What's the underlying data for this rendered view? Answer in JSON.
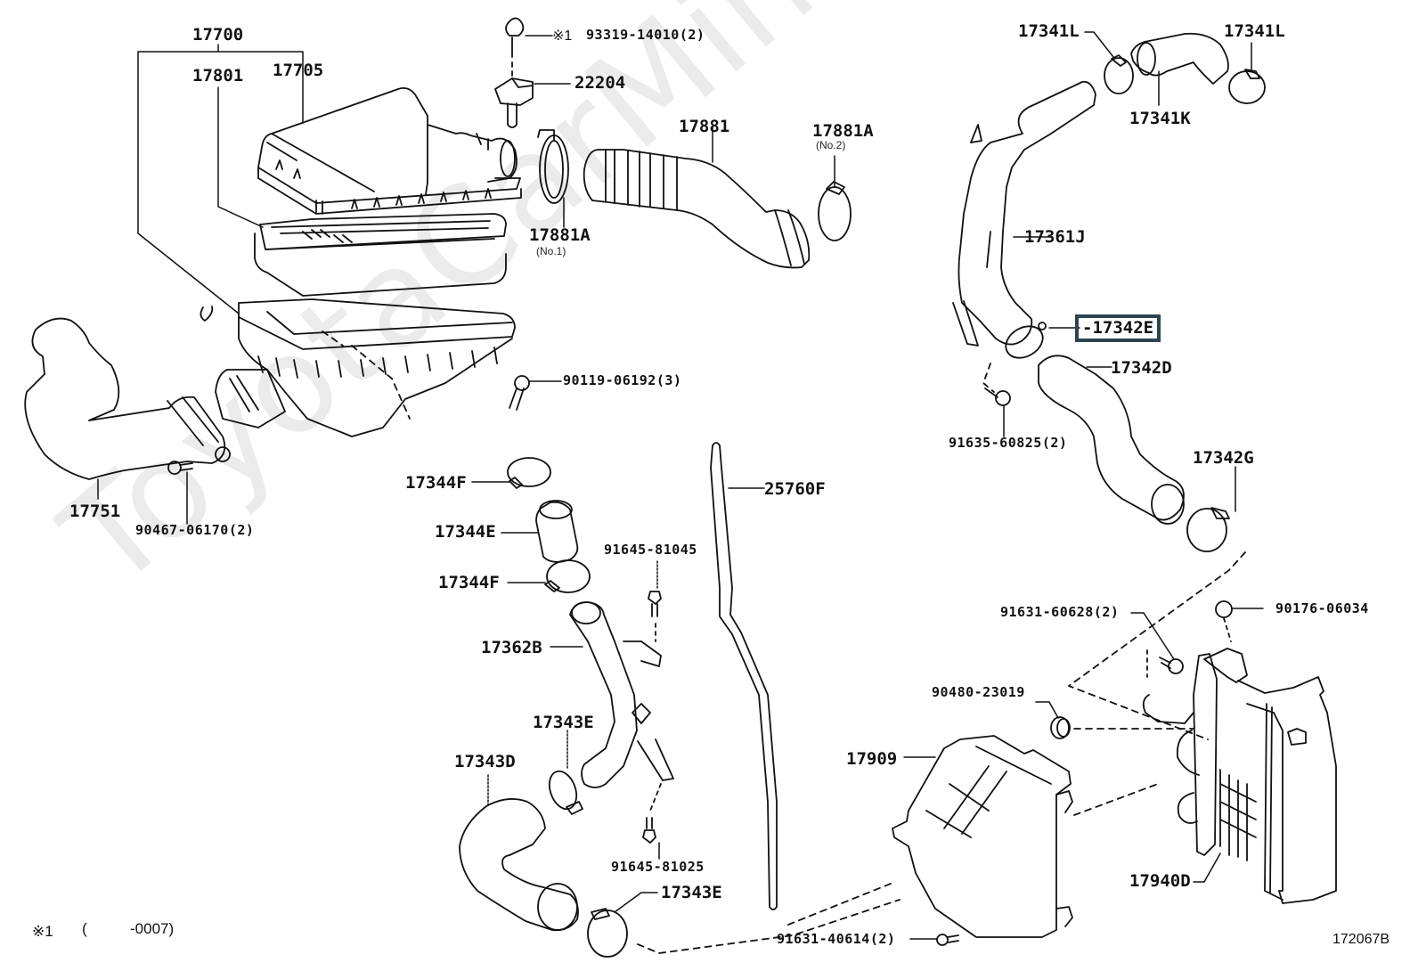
{
  "watermark": "ToyotaCarMine.ru",
  "diagram_id": "172067B",
  "highlight_color": "#2b4450",
  "footnote": {
    "mark": "※1",
    "open": "(",
    "range": "-0007)"
  },
  "parts": {
    "p17700": "17700",
    "p17801": "17801",
    "p17705": "17705",
    "p93319": "93319-14010(2)",
    "p93319_mark": "※1",
    "p22204": "22204",
    "p17881": "17881",
    "p17881A_no2": "17881A",
    "p17881A_no2_sub": "(No.2)",
    "p17881A_no1": "17881A",
    "p17881A_no1_sub": "(No.1)",
    "p17341L_left": "17341L",
    "p17341L_right": "17341L",
    "p17341K": "17341K",
    "p17361J": "17361J",
    "p17342E": "-17342E",
    "p17342D": "17342D",
    "p91635": "91635-60825(2)",
    "p17342G": "17342G",
    "p90119": "90119-06192(3)",
    "p17751": "17751",
    "p90467": "90467-06170(2)",
    "p17344F_top": "17344F",
    "p17344E": "17344E",
    "p17344F_bot": "17344F",
    "p25760F": "25760F",
    "p91645_81045": "91645-81045",
    "p17362B": "17362B",
    "p17343E_top": "17343E",
    "p17343D": "17343D",
    "p91645_81025": "91645-81025",
    "p17343E_bot": "17343E",
    "p91631_60628": "91631-60628(2)",
    "p90176": "90176-06034",
    "p90480": "90480-23019",
    "p17909": "17909",
    "p17940D": "17940D",
    "p91631_40614": "91631-40614(2)"
  }
}
